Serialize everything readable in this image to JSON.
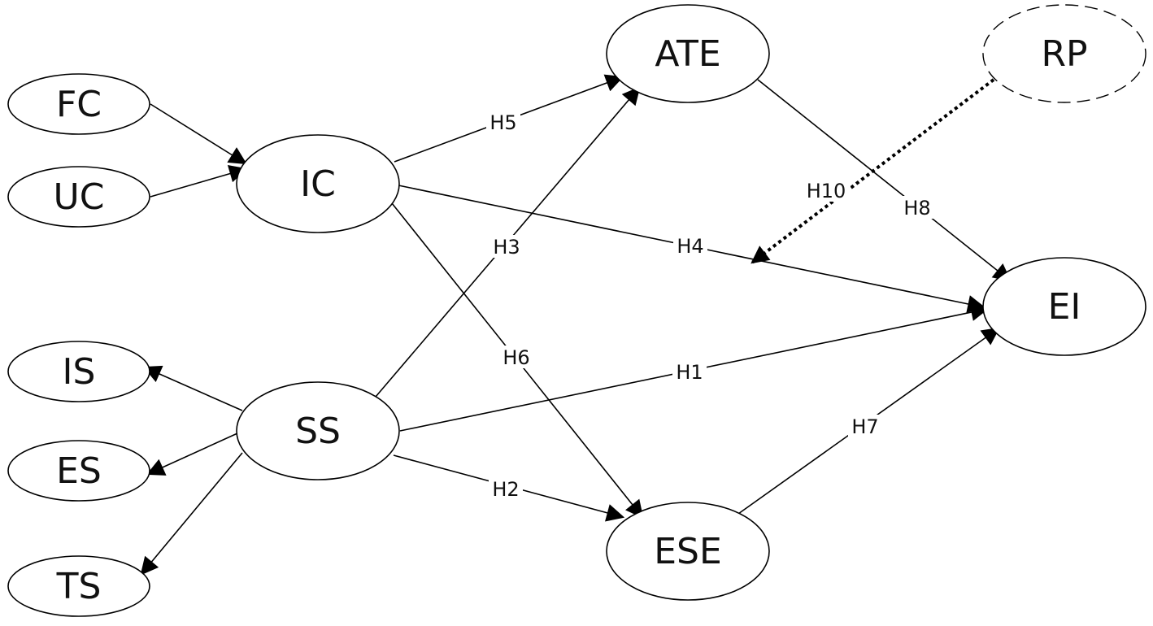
{
  "nodes": {
    "fc": "FC",
    "uc": "UC",
    "ic": "IC",
    "is": "IS",
    "es": "ES",
    "ts": "TS",
    "ss": "SS",
    "ate": "ATE",
    "ese": "ESE",
    "rp": "RP",
    "ei": "EI"
  },
  "edges": {
    "h1": "H1",
    "h2": "H2",
    "h3": "H3",
    "h4": "H4",
    "h5": "H5",
    "h6": "H6",
    "h7": "H7",
    "h8": "H8",
    "h10": "H10"
  },
  "colors": {
    "stroke": "#000000",
    "background": "#ffffff"
  }
}
